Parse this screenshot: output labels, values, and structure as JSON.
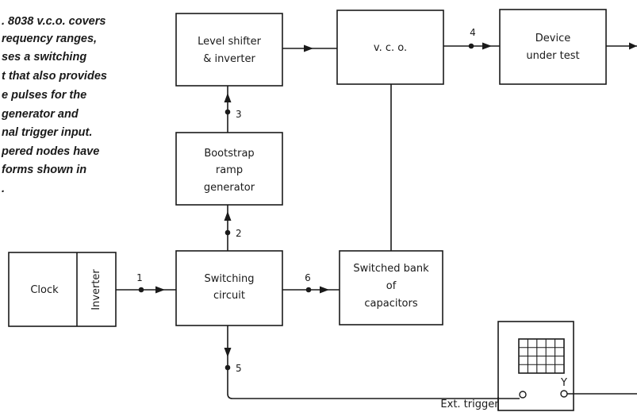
{
  "caption": {
    "lines": [
      ". 8038 v.c.o. covers",
      "requency ranges,",
      "ses a switching",
      "t that also provides",
      "e pulses for the",
      "generator and",
      "nal trigger input.",
      "pered nodes have",
      "forms shown in",
      "."
    ]
  },
  "blocks": {
    "clock": "Clock",
    "inverter": "Inverter",
    "switching": [
      "Switching",
      "circuit"
    ],
    "bootstrap": [
      "Bootstrap",
      "ramp",
      "generator"
    ],
    "level_shifter": [
      "Level shifter",
      "& inverter"
    ],
    "vco": "v. c. o.",
    "dut": [
      "Device",
      "under test"
    ],
    "capacitors": [
      "Switched bank",
      "of",
      "capacitors"
    ]
  },
  "nodes": [
    "1",
    "2",
    "3",
    "4",
    "5",
    "6"
  ],
  "scope": {
    "ext_trigger": "Ext. trigger",
    "y_input": "Y"
  }
}
